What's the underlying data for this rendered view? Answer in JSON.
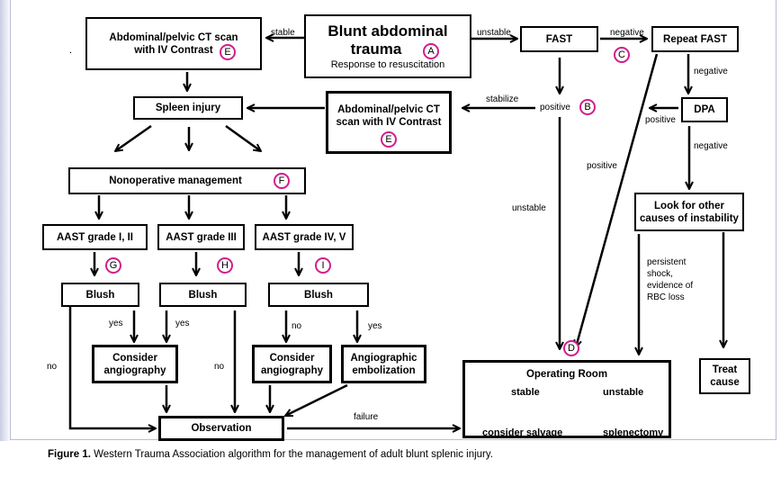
{
  "nodes": {
    "blunt_title": "Blunt abdominal",
    "blunt_title2": "trauma",
    "blunt_sub": "Response to resuscitation",
    "ct_top": "Abdominal/pelvic CT scan with IV Contrast",
    "fast": "FAST",
    "repeat_fast": "Repeat FAST",
    "spleen_injury": "Spleen injury",
    "ct_mid": "Abdominal/pelvic CT scan with IV Contrast",
    "dpa": "DPA",
    "nonop": "Nonoperative management",
    "look_other": "Look for other causes of instability",
    "aast_1": "AAST grade I, II",
    "aast_3": "AAST grade III",
    "aast_4": "AAST grade IV, V",
    "blush_1": "Blush",
    "blush_2": "Blush",
    "blush_3": "Blush",
    "consider_angio_1": "Consider angiography",
    "consider_angio_2": "Consider angiography",
    "angio_embo": "Angiographic embolization",
    "observation": "Observation",
    "operating_room": "Operating Room",
    "or_stable": "stable",
    "or_unstable": "unstable",
    "or_salvage": "consider salvage",
    "or_splenectomy": "splenectomy",
    "treat_cause": "Treat cause"
  },
  "edge_labels": {
    "stable": "stable",
    "unstable_top": "unstable",
    "negative_1": "negative",
    "negative_2": "negative",
    "negative_3": "negative",
    "stabilize": "stabilize",
    "positive_fast": "positive",
    "positive_dpa": "positive",
    "positive_repeat": "positive",
    "unstable_mid": "unstable",
    "persistent": "persistent shock, evidence of RBC loss",
    "yes_1": "yes",
    "yes_2": "yes",
    "yes_3": "yes",
    "no_1": "no",
    "no_2": "no",
    "no_3": "no",
    "failure": "failure"
  },
  "badges": {
    "a": "A",
    "b": "B",
    "c": "C",
    "d": "D",
    "e1": "E",
    "e2": "E",
    "f": "F",
    "g": "G",
    "h": "H",
    "i": "I"
  },
  "caption": {
    "prefix": "Figure 1.",
    "text": "Western Trauma Association algorithm for the management of adult blunt splenic injury."
  },
  "colors": {
    "badge_ring": "#d21e8c",
    "frame": "#b9bdd6",
    "stroke": "#000000"
  },
  "stray_mark": "."
}
